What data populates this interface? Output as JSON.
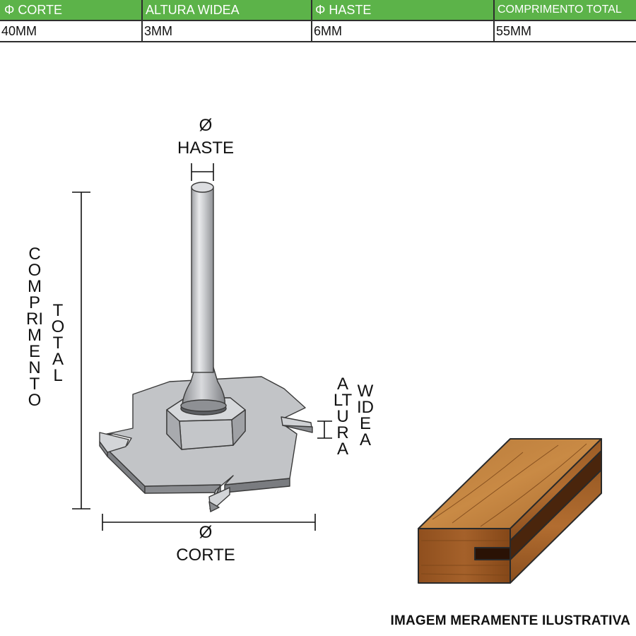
{
  "spec_table": {
    "headers": [
      "Φ CORTE",
      "ALTURA WIDEA",
      "Φ HASTE",
      "COMPRIMENTO TOTAL"
    ],
    "values": [
      "40MM",
      "3MM",
      "6MM",
      "55MM"
    ],
    "header_color": "#5cb349"
  },
  "diagram": {
    "shank_label": {
      "symbol": "Ø",
      "text": "HASTE"
    },
    "cut_label": {
      "symbol": "Ø",
      "text": "CORTE"
    },
    "length_label": {
      "line1": "COMPRIMENTO",
      "line2": "TOTAL"
    },
    "height_label": {
      "line1": "ALTURA",
      "line2": "WIDEA"
    }
  },
  "footer": {
    "note": "IMAGEM MERAMENTE ILUSTRATIVA"
  }
}
